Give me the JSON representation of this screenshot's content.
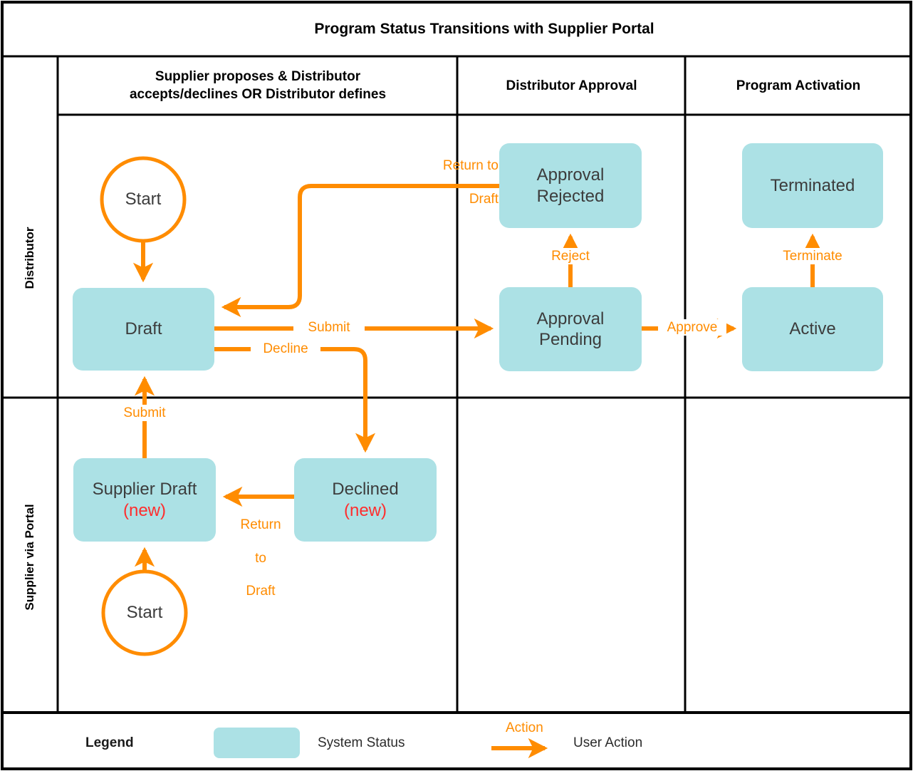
{
  "diagram": {
    "title": "Program Status Transitions with Supplier Portal",
    "type": "swimlane-state-diagram"
  },
  "colors": {
    "node_fill": "#ace1e5",
    "action_orange": "#ff8c00",
    "new_tag_red": "#ff2d2d",
    "node_text": "#3c3c3c",
    "border": "#000000"
  },
  "columns": [
    {
      "id": "col-proposal",
      "label": "Supplier proposes & Distributor\naccepts/declines OR Distributor defines"
    },
    {
      "id": "col-approval",
      "label": "Distributor Approval"
    },
    {
      "id": "col-activation",
      "label": "Program Activation"
    }
  ],
  "lanes": [
    {
      "id": "lane-distributor",
      "label": "Distributor"
    },
    {
      "id": "lane-supplier",
      "label": "Supplier via Portal"
    }
  ],
  "nodes": [
    {
      "id": "start-distributor",
      "label": "Start",
      "shape": "circle",
      "lane": "lane-distributor",
      "column": "col-proposal"
    },
    {
      "id": "draft",
      "label": "Draft",
      "shape": "rounded-rect",
      "lane": "lane-distributor",
      "column": "col-proposal"
    },
    {
      "id": "approval-rejected",
      "label": "Approval\nRejected",
      "line1": "Approval",
      "line2": "Rejected",
      "shape": "rounded-rect",
      "lane": "lane-distributor",
      "column": "col-approval"
    },
    {
      "id": "approval-pending",
      "label": "Approval\nPending",
      "line1": "Approval",
      "line2": "Pending",
      "shape": "rounded-rect",
      "lane": "lane-distributor",
      "column": "col-approval"
    },
    {
      "id": "terminated",
      "label": "Terminated",
      "shape": "rounded-rect",
      "lane": "lane-distributor",
      "column": "col-activation"
    },
    {
      "id": "active",
      "label": "Active",
      "shape": "rounded-rect",
      "lane": "lane-distributor",
      "column": "col-activation"
    },
    {
      "id": "supplier-draft",
      "label": "Supplier Draft",
      "tag": "(new)",
      "shape": "rounded-rect",
      "lane": "lane-supplier",
      "column": "col-proposal"
    },
    {
      "id": "declined",
      "label": "Declined",
      "tag": "(new)",
      "shape": "rounded-rect",
      "lane": "lane-supplier",
      "column": "col-proposal"
    },
    {
      "id": "start-supplier",
      "label": "Start",
      "shape": "circle",
      "lane": "lane-supplier",
      "column": "col-proposal"
    }
  ],
  "edges": [
    {
      "id": "edge-start-draft",
      "from": "start-distributor",
      "to": "draft",
      "label": ""
    },
    {
      "id": "edge-draft-pending",
      "from": "draft",
      "to": "approval-pending",
      "label": "Submit"
    },
    {
      "id": "edge-pending-rejected",
      "from": "approval-pending",
      "to": "approval-rejected",
      "label": "Reject"
    },
    {
      "id": "edge-rejected-draft",
      "from": "approval-rejected",
      "to": "draft",
      "label": "Return to\nDraft",
      "label_line1": "Return to",
      "label_line2": "Draft"
    },
    {
      "id": "edge-pending-active",
      "from": "approval-pending",
      "to": "active",
      "label": "Approve"
    },
    {
      "id": "edge-active-terminated",
      "from": "active",
      "to": "terminated",
      "label": "Terminate"
    },
    {
      "id": "edge-draft-declined",
      "from": "draft",
      "to": "declined",
      "label": "Decline"
    },
    {
      "id": "edge-declined-supplierdraft",
      "from": "declined",
      "to": "supplier-draft",
      "label": "Return\nto\nDraft",
      "label_line1": "Return",
      "label_line2": "to",
      "label_line3": "Draft"
    },
    {
      "id": "edge-supplierdraft-draft",
      "from": "supplier-draft",
      "to": "draft",
      "label": "Submit"
    },
    {
      "id": "edge-startsupplier-supplierdraft",
      "from": "start-supplier",
      "to": "supplier-draft",
      "label": ""
    }
  ],
  "legend": {
    "title": "Legend",
    "items": [
      {
        "id": "legend-system-status",
        "label": "System Status",
        "symbol": "teal-rounded-swatch"
      },
      {
        "id": "legend-user-action",
        "label": "User Action",
        "symbol": "orange-arrow",
        "arrow_caption": "Action"
      }
    ]
  }
}
